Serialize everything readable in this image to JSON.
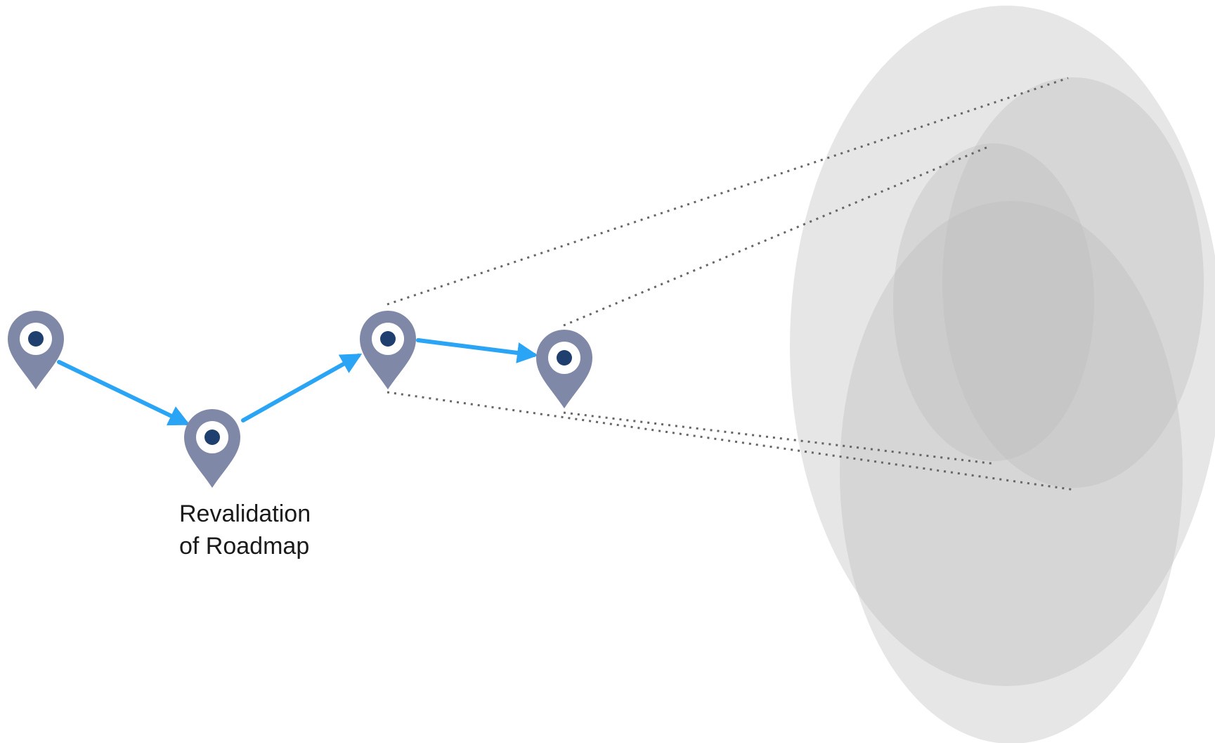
{
  "diagram": {
    "label": {
      "line1": "Revalidation",
      "line2": "of Roadmap"
    },
    "pins": [
      {
        "name": "pin-1"
      },
      {
        "name": "pin-2",
        "labeled": true
      },
      {
        "name": "pin-3"
      },
      {
        "name": "pin-4"
      }
    ],
    "colors": {
      "pin_body": "#8088a8",
      "pin_ring": "#ffffff",
      "pin_dot": "#1f3f6f",
      "arrow": "#2aa4f4",
      "dotted_line": "#666666",
      "ellipse_fill": "#bdbdbd"
    }
  }
}
